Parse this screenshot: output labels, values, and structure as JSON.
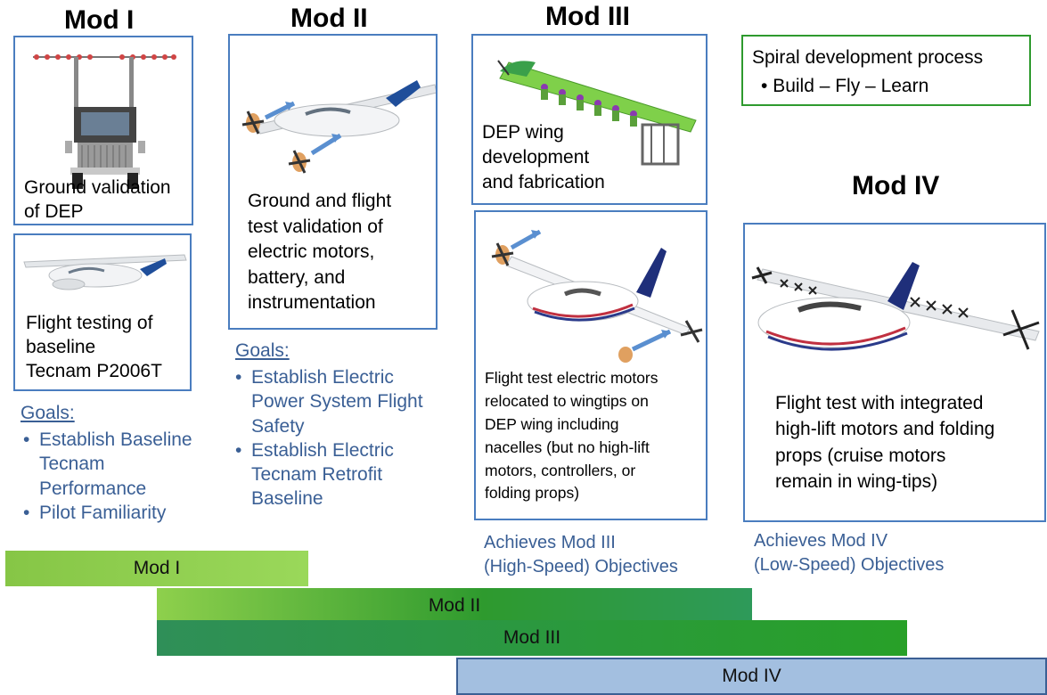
{
  "titles": {
    "mod1": "Mod I",
    "mod2": "Mod II",
    "mod3": "Mod III",
    "mod4": "Mod IV"
  },
  "mod1": {
    "panel1_caption": [
      "Ground validation",
      "of DEP"
    ],
    "panel2_caption": [
      "Flight testing of",
      "baseline",
      "Tecnam P2006T"
    ],
    "goals_label": "Goals:",
    "goals": [
      "Establish Baseline Tecnam Performance",
      "Pilot Familiarity"
    ]
  },
  "mod2": {
    "caption": [
      "Ground and flight",
      "test validation of",
      "electric motors,",
      "battery, and",
      "instrumentation"
    ],
    "goals_label": "Goals:",
    "goals": [
      "Establish Electric Power System Flight Safety",
      "Establish Electric Tecnam Retrofit Baseline"
    ]
  },
  "mod3": {
    "panel1_caption": [
      "DEP wing",
      "development",
      "and fabrication"
    ],
    "panel2_caption": [
      "Flight test electric motors",
      "relocated to wingtips on",
      "DEP wing including",
      "nacelles (but no high-lift",
      "motors, controllers, or",
      "folding props)"
    ],
    "achieves": [
      "Achieves Mod III",
      "(High-Speed) Objectives"
    ]
  },
  "mod4": {
    "caption": [
      "Flight test with integrated",
      "high-lift motors and folding",
      "props (cruise motors",
      "remain in wing-tips)"
    ],
    "achieves": [
      "Achieves Mod IV",
      "(Low-Speed) Objectives"
    ]
  },
  "spiral": {
    "title": "Spiral development process",
    "bullet": "Build – Fly – Learn"
  },
  "timeline": [
    {
      "label": "Mod I",
      "color": "#92d050"
    },
    {
      "label": "Mod II",
      "color": "#3f9e3f"
    },
    {
      "label": "Mod III",
      "color": "#2f8a4a"
    },
    {
      "label": "Mod IV",
      "color": "#9bb9dc"
    }
  ]
}
